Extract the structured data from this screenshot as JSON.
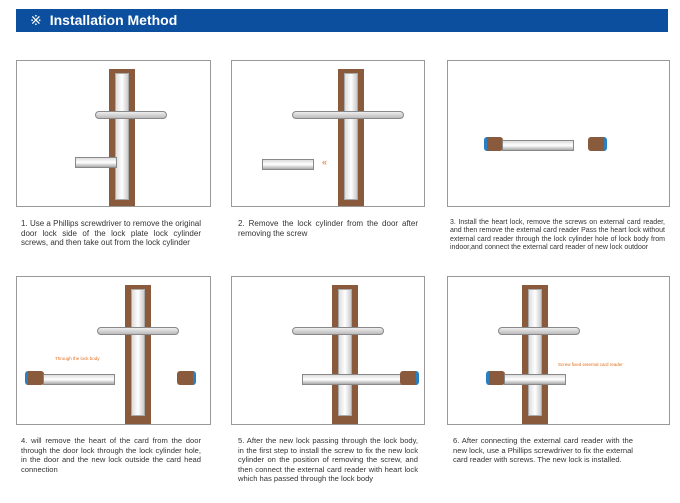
{
  "header": {
    "symbol": "※",
    "title": "Installation Method"
  },
  "steps": [
    {
      "text": "1. Use a Phillips screwdriver to remove the original door lock side of the lock plate lock cylinder screws, and then take out from the lock cylinder"
    },
    {
      "text": "2. Remove the lock cylinder from the door after removing the screw",
      "arrow": "«"
    },
    {
      "text": "3. Install the heart lock, remove the screws on external card reader, and then remove the external card reader Pass the heart lock without external card reader through the lock cylinder hole of lock body from indoor,and connect the external card reader of new lock outdoor"
    },
    {
      "text": "4. will remove the heart of the card from the door through the door lock through the lock cylinder hole, in the door and the new lock outside the card head connection",
      "note": "Through the lock body"
    },
    {
      "text": "5. After the new lock passing through the lock body, in the first step to install the screw to fix the new lock cylinder on the position of removing the screw, and then connect the external card reader with heart lock which has passed through the lock body"
    },
    {
      "text": "6. After connecting the external card reader with the new lock, use a Phillips screwdriver to fix the external card reader with screws. The new lock is installed.",
      "note": "Screw fixed external card reader"
    }
  ]
}
